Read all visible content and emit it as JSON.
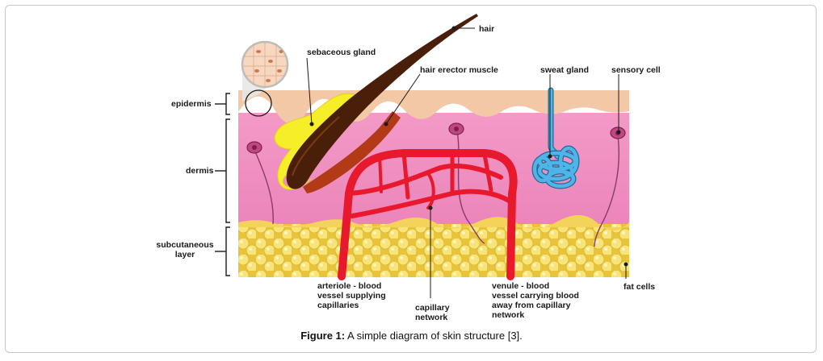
{
  "labels": {
    "hair": "hair",
    "sebaceous_gland": "sebaceous gland",
    "hair_erector_muscle": "hair erector muscle",
    "sweat_gland": "sweat gland",
    "sensory_cell": "sensory cell",
    "epidermis": "epidermis",
    "dermis": "dermis",
    "subcutaneous_layer": "subcutaneous\nlayer",
    "arteriole": "arteriole - blood\nvessel supplying\ncapillaries",
    "capillary_network": "capillary\nnetwork",
    "venule": "venule - blood\nvessel carrying blood\naway from capillary\nnetwork",
    "fat_cells": "fat cells"
  },
  "caption": {
    "prefix": "Figure 1:",
    "text": " A simple diagram of skin structure [3]."
  },
  "colors": {
    "epidermis": "#f3c8a6",
    "dermis": "#ef96c4",
    "fat": "#f6dc5a",
    "hair": "#4a1f0a",
    "muscle": "#b23a16",
    "gland": "#f7ee2a",
    "vessel": "#e8192c",
    "sweat": "#4fb4e6"
  }
}
